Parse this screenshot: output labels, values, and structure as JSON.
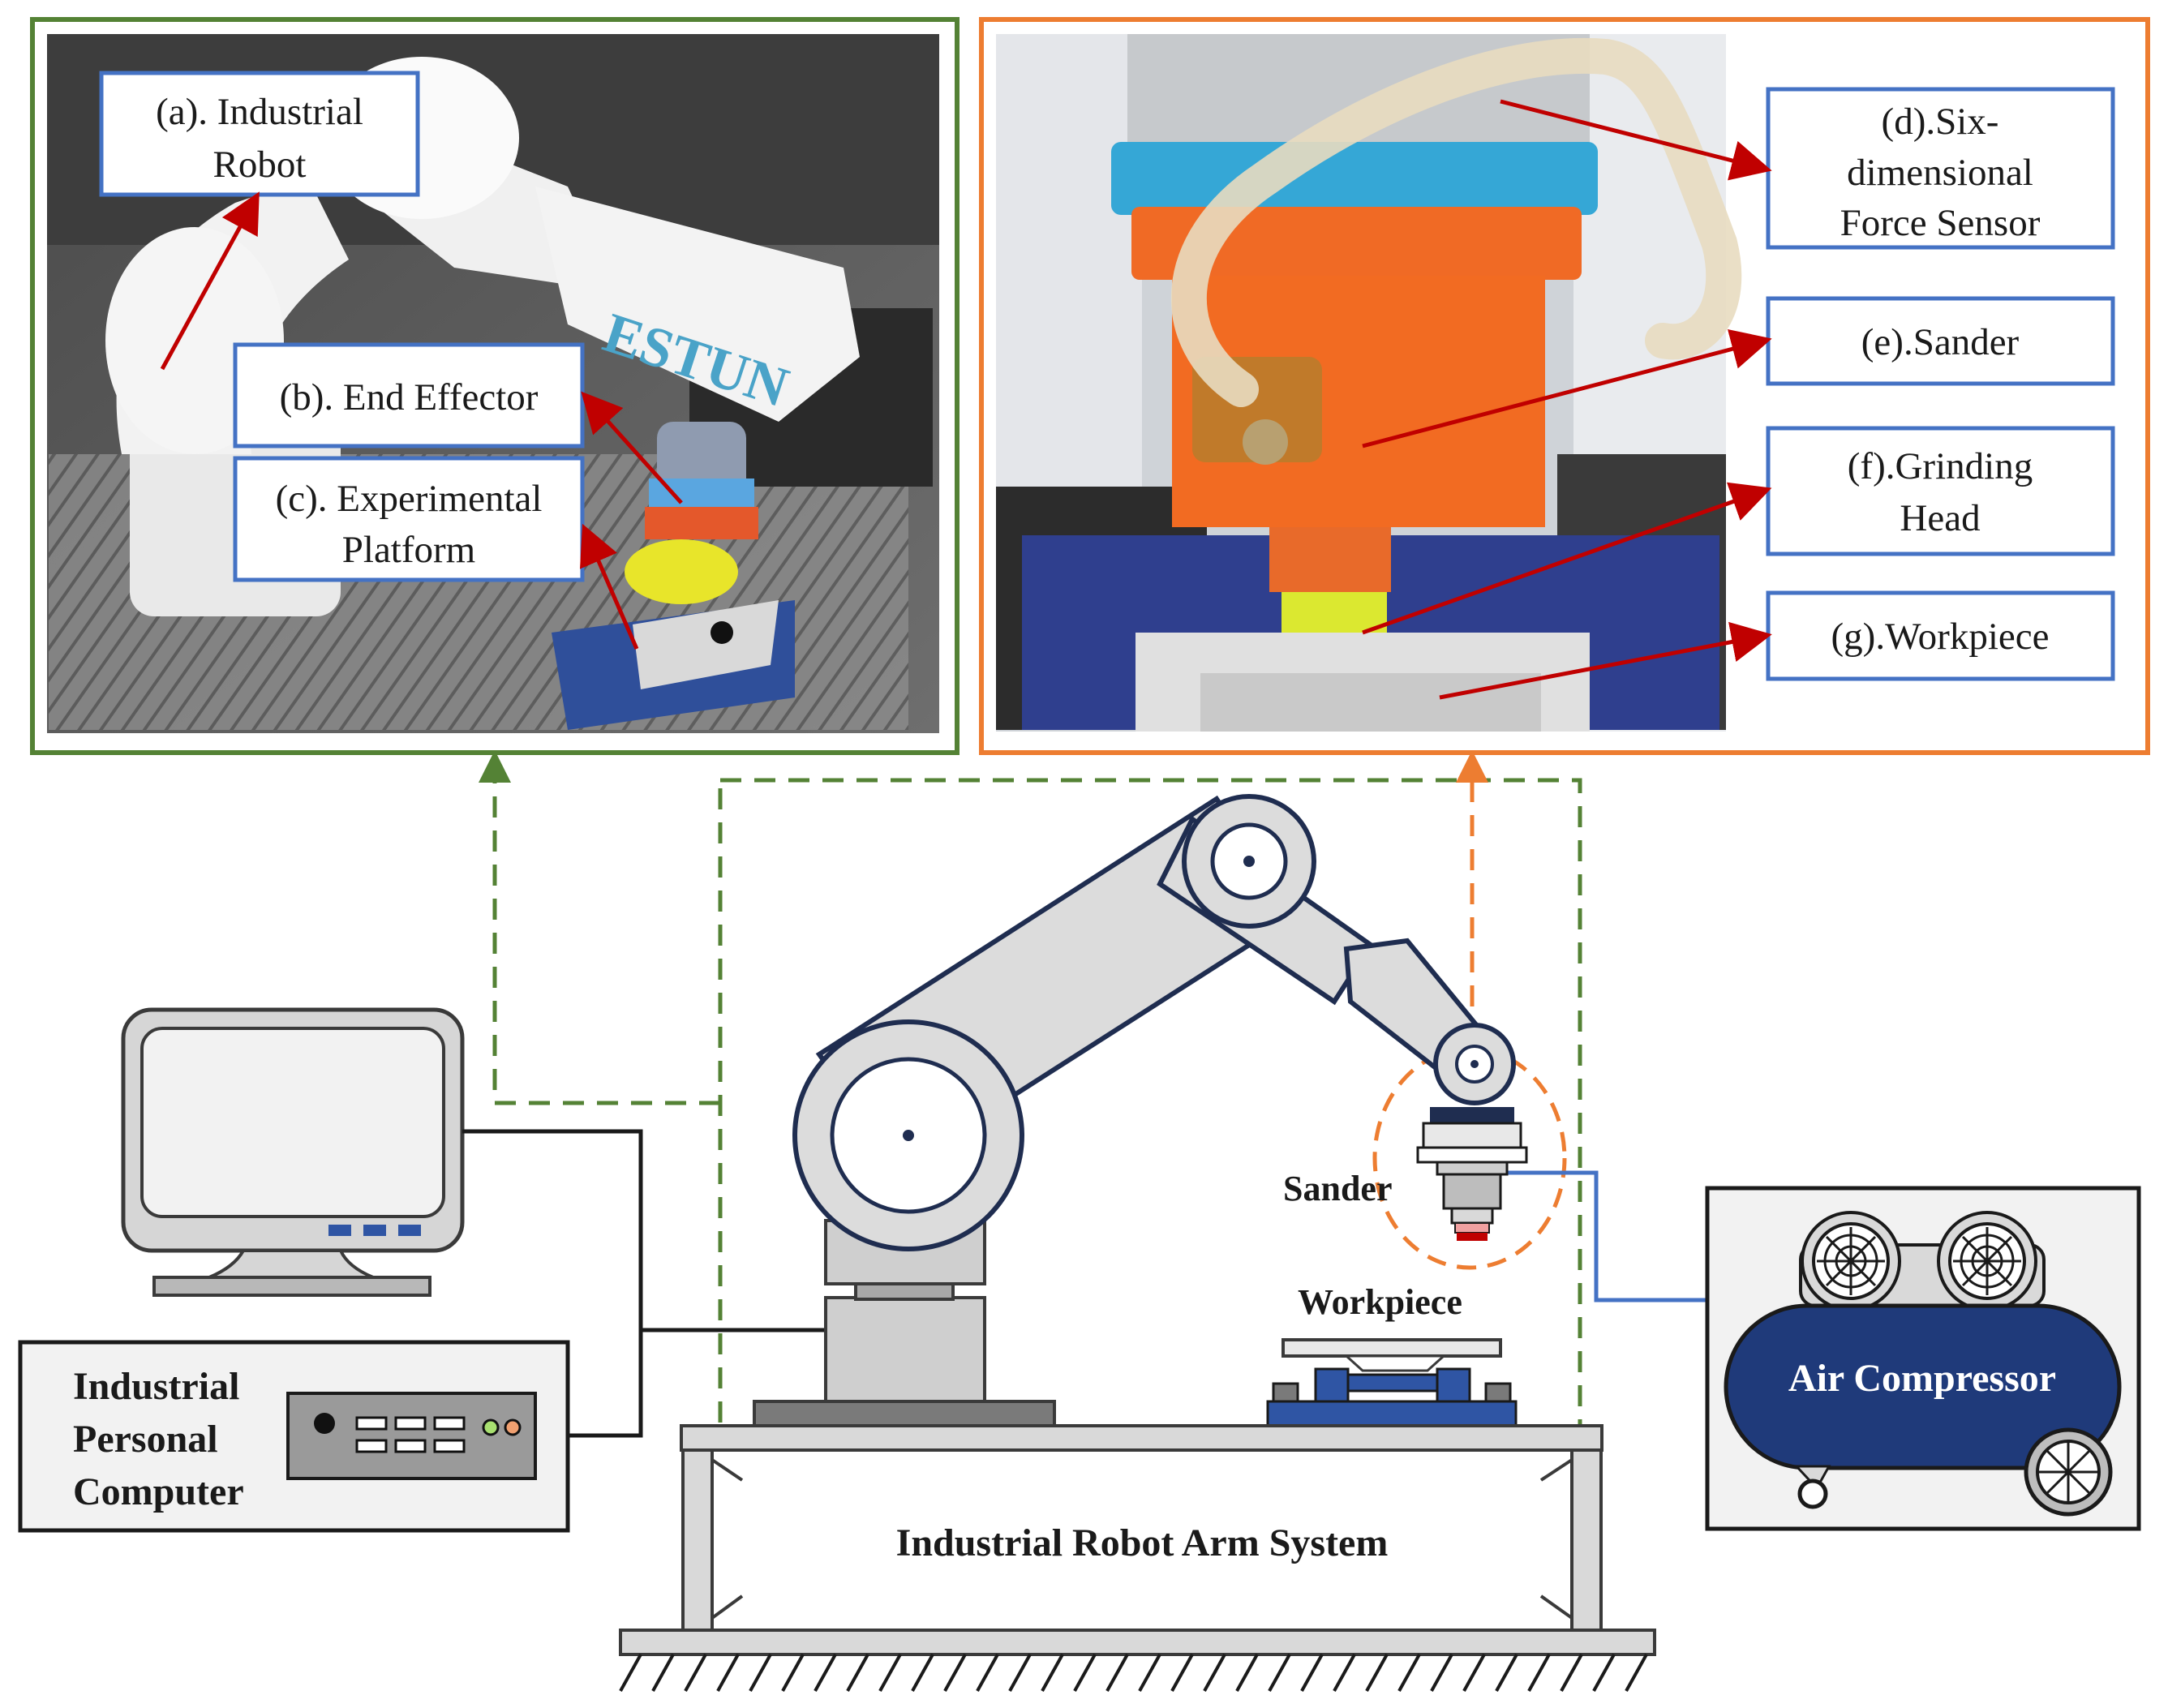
{
  "photo_left": {
    "callouts": [
      {
        "id": "a",
        "lines": [
          "(a). Industrial",
          "Robot"
        ]
      },
      {
        "id": "b",
        "lines": [
          "(b). End Effector"
        ]
      },
      {
        "id": "c",
        "lines": [
          "(c). Experimental",
          "Platform"
        ]
      }
    ],
    "brand_text": "ESTUN"
  },
  "photo_right": {
    "callouts": [
      {
        "id": "d",
        "lines": [
          "(d).Six-",
          "dimensional",
          "Force Sensor"
        ]
      },
      {
        "id": "e",
        "lines": [
          "(e).Sander"
        ]
      },
      {
        "id": "f",
        "lines": [
          "(f).Grinding",
          "Head"
        ]
      },
      {
        "id": "g",
        "lines": [
          "(g).Workpiece"
        ]
      }
    ]
  },
  "diagram": {
    "sander_label": "Sander",
    "workpiece_label": "Workpiece",
    "air_compressor_label": "Air Compressor",
    "ipc_label_lines": [
      "Industrial",
      "Personal",
      "Computer"
    ],
    "system_label": "Industrial Robot Arm System"
  },
  "colors": {
    "left_frame": "#548235",
    "right_frame": "#ed7d31",
    "callout_border": "#4472c4",
    "pointer_arrow": "#c00000",
    "compressor_tank": "#1f3a7a",
    "fixture_blue": "#2f55a4"
  }
}
